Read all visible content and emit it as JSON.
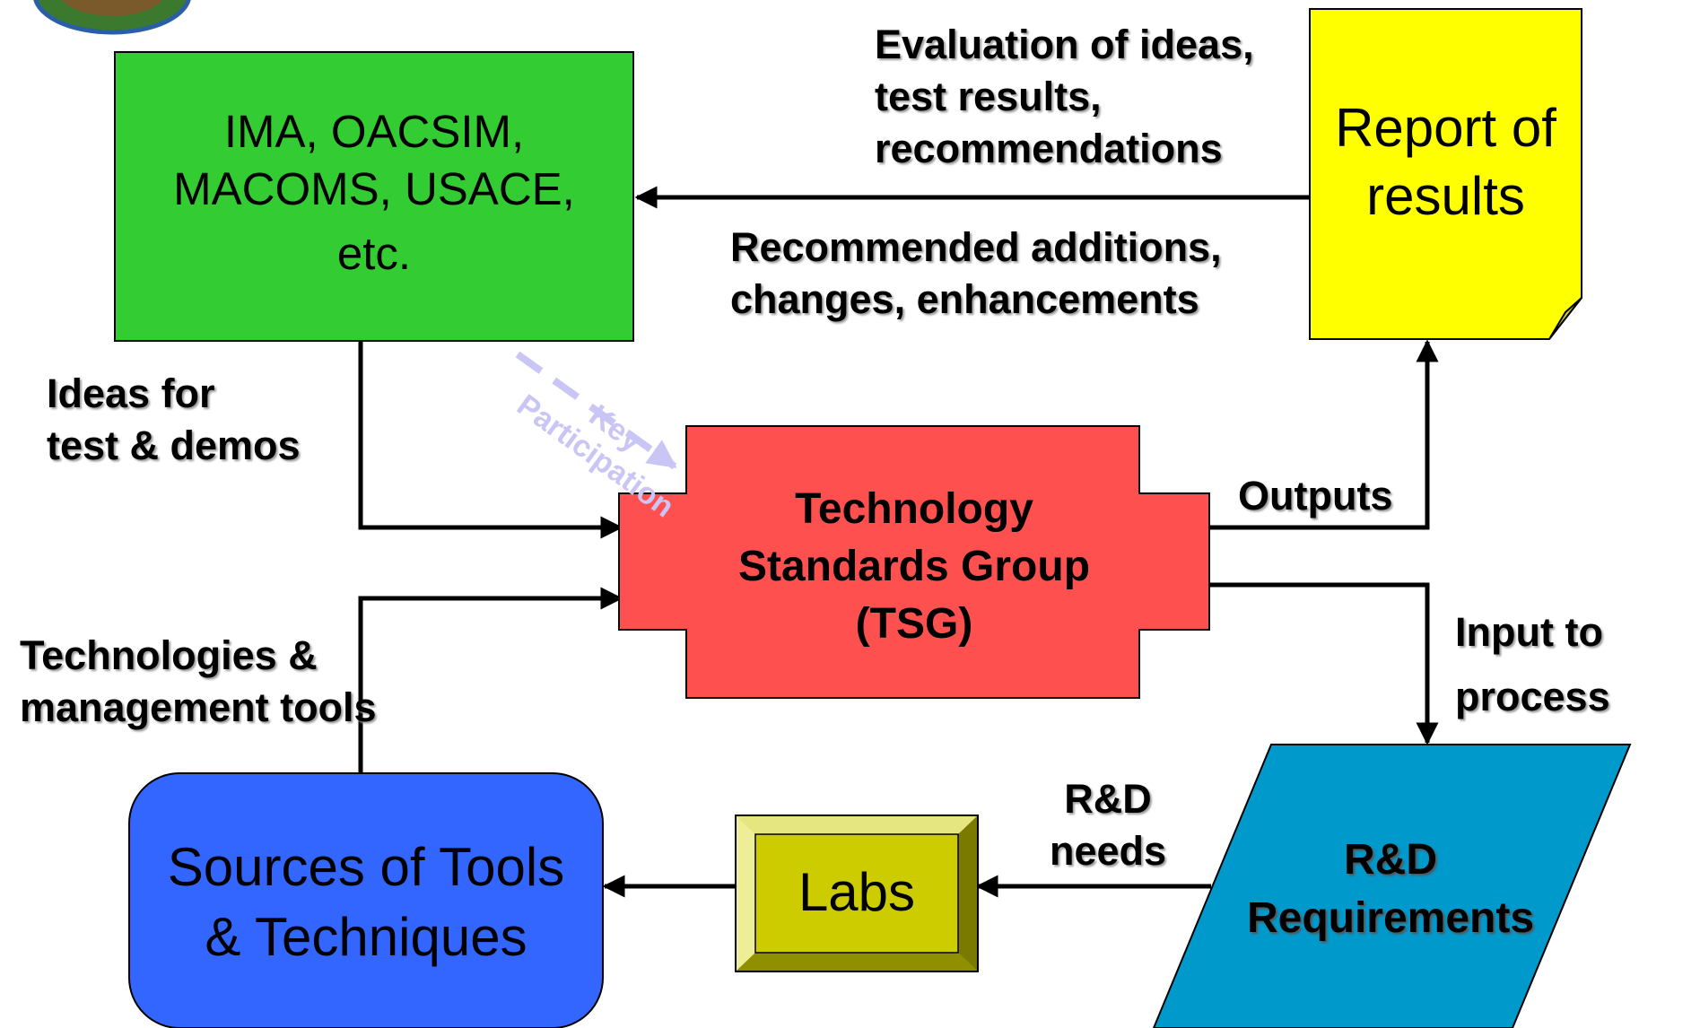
{
  "colors": {
    "green_box": "#33cc33",
    "tsg_box": "#ff5050",
    "report_box": "#ffff00",
    "sources_box": "#3366ff",
    "labs_box": "#cccc00",
    "requirements_box": "#0099cc",
    "key_arrow": "#c9c6f5"
  },
  "boxes": {
    "stakeholders": {
      "lines": [
        "IMA, OACSIM,",
        "MACOMS, USACE,",
        "etc."
      ]
    },
    "report": {
      "lines": [
        "Report of",
        "results"
      ]
    },
    "tsg": {
      "lines": [
        "Technology",
        "Standards Group",
        "(TSG)"
      ]
    },
    "sources": {
      "lines": [
        "Sources of Tools",
        "& Techniques"
      ]
    },
    "labs": {
      "label": "Labs"
    },
    "requirements": {
      "lines": [
        "R&D",
        "Requirements"
      ]
    }
  },
  "labels": {
    "evaluation": [
      "Evaluation of ideas,",
      "test results,",
      "recommendations"
    ],
    "recommended": [
      "Recommended additions,",
      "changes, enhancements"
    ],
    "ideas": [
      "Ideas for",
      "test & demos"
    ],
    "outputs": "Outputs",
    "input_process": [
      "Input to",
      "process"
    ],
    "technologies": [
      "Technologies &",
      "management tools"
    ],
    "rd_needs": [
      "R&D",
      "needs"
    ],
    "key_participation": [
      "Key",
      "Participation"
    ]
  }
}
